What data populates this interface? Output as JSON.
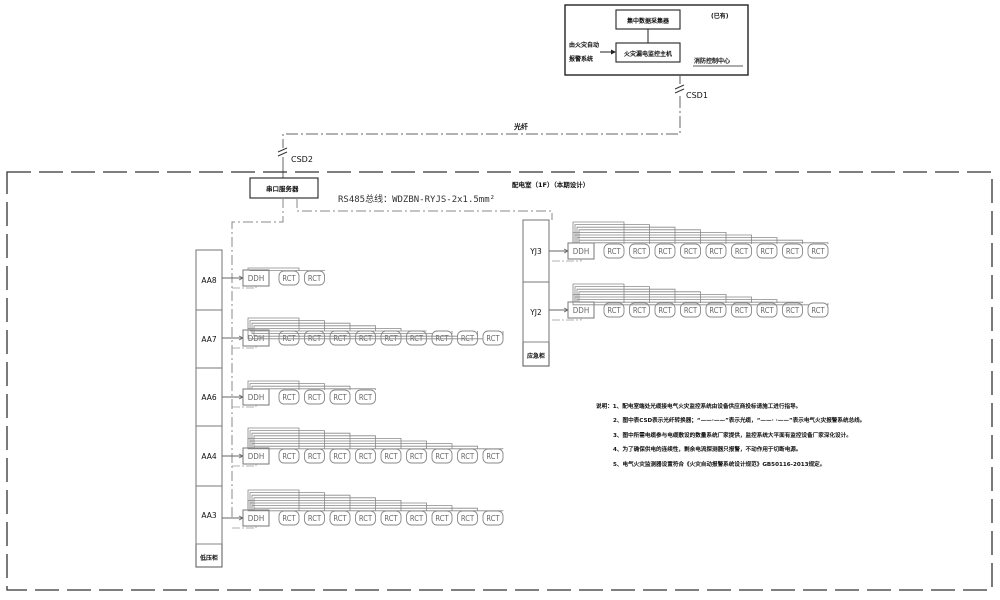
{
  "control_center": {
    "collector": "集中数据采集器",
    "existing_tag": "(已有)",
    "fire_alarm_label_1": "由火灾自动",
    "fire_alarm_label_2": "报警系统",
    "monitor_host": "火灾漏电监控主机",
    "room_name": "消防控制中心"
  },
  "links": {
    "fiber_label": "光纤",
    "csd1": "CSD1",
    "csd2": "CSD2",
    "bus_label": "RS485总线：WDZBN-RYJS-2x1.5mm²"
  },
  "room": {
    "title": "配电室（1F）（本期设计）",
    "serial_server": "串口服务器"
  },
  "low_voltage": {
    "cabinet_label": "低压柜",
    "panels": [
      {
        "name": "AA8",
        "ddh": "DDH",
        "rct": [
          "RCT",
          "RCT"
        ]
      },
      {
        "name": "AA7",
        "ddh": "DDH",
        "rct": [
          "RCT",
          "RCT",
          "RCT",
          "RCT",
          "RCT",
          "RCT",
          "RCT",
          "RCT",
          "RCT"
        ]
      },
      {
        "name": "AA6",
        "ddh": "DDH",
        "rct": [
          "RCT",
          "RCT",
          "RCT",
          "RCT"
        ]
      },
      {
        "name": "AA4",
        "ddh": "DDH",
        "rct": [
          "RCT",
          "RCT",
          "RCT",
          "RCT",
          "RCT",
          "RCT",
          "RCT",
          "RCT",
          "RCT"
        ]
      },
      {
        "name": "AA3",
        "ddh": "DDH",
        "rct": [
          "RCT",
          "RCT",
          "RCT",
          "RCT",
          "RCT",
          "RCT",
          "RCT",
          "RCT",
          "RCT"
        ]
      }
    ]
  },
  "emergency": {
    "cabinet_label": "应急柜",
    "panels": [
      {
        "name": "YJ3",
        "ddh": "DDH",
        "rct": [
          "RCT",
          "RCT",
          "RCT",
          "RCT",
          "RCT",
          "RCT",
          "RCT",
          "RCT",
          "RCT"
        ]
      },
      {
        "name": "YJ2",
        "ddh": "DDH",
        "rct": [
          "RCT",
          "RCT",
          "RCT",
          "RCT",
          "RCT",
          "RCT",
          "RCT",
          "RCT",
          "RCT"
        ]
      }
    ]
  },
  "notes": [
    "说明：1、配电室端处光缆接电气火灾监控系统由设备供应商投标请施工进行指导。",
    "2、图中表CSD表示光纤转换器；“——·——”表示光缆，“——· ·——”表示电气火灾报警系统总线。",
    "3、图中所需电缆参与电缆敷设的数量系统厂家提供，监控系统大平面有监控设备厂家深化设计。",
    "4、为了确保供电的连续性，剩余电流探测器只报警，不动作用于切断电源。",
    "5、电气火灾监测器设置符合《火灾自动报警系统设计规范》GB50116-2013规定。"
  ]
}
